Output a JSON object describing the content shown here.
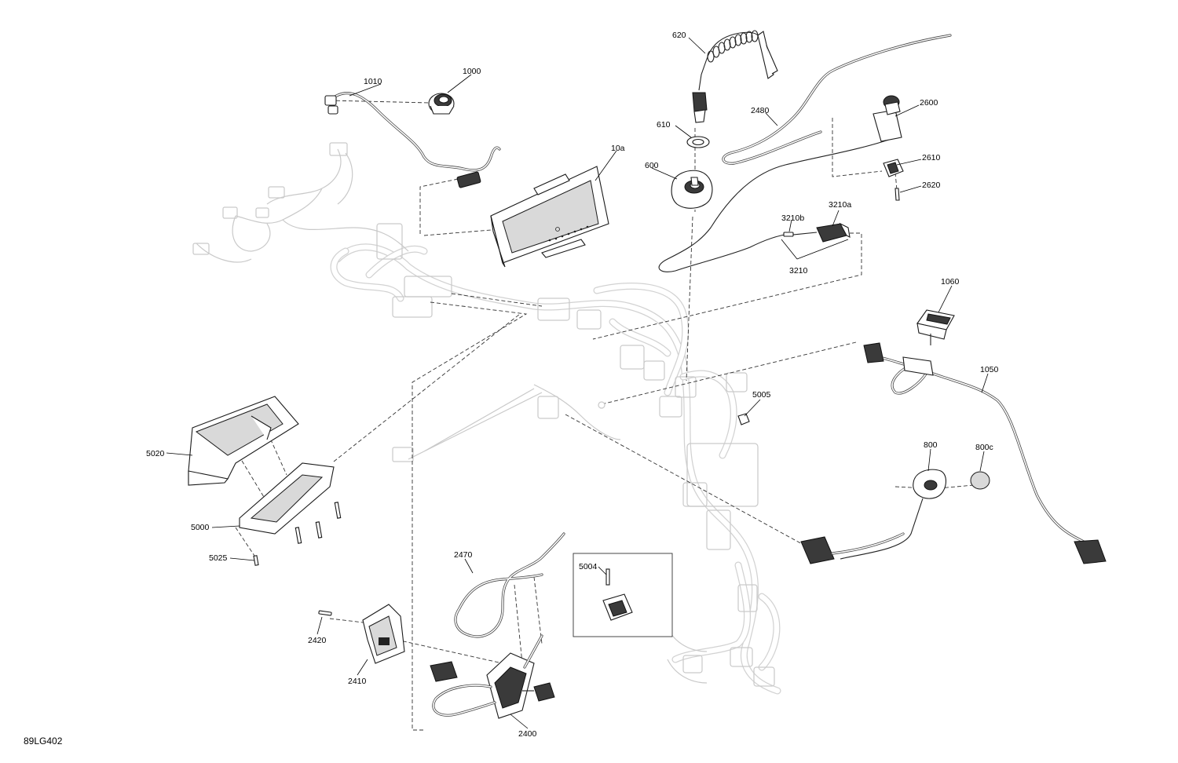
{
  "figure_id": "89LG402",
  "callouts": {
    "c620": "620",
    "c1000": "1000",
    "c1010": "1010",
    "c10a": "10a",
    "c610": "610",
    "c600": "600",
    "c2480": "2480",
    "c2600": "2600",
    "c2610": "2610",
    "c2620": "2620",
    "c3210a": "3210a",
    "c3210b": "3210b",
    "c3210": "3210",
    "c1060": "1060",
    "c1050": "1050",
    "c5005": "5005",
    "c800": "800",
    "c800c": "800c",
    "c5020": "5020",
    "c5000": "5000",
    "c5025": "5025",
    "c2470": "2470",
    "c5004": "5004",
    "c2420": "2420",
    "c2410": "2410",
    "c2400": "2400"
  }
}
